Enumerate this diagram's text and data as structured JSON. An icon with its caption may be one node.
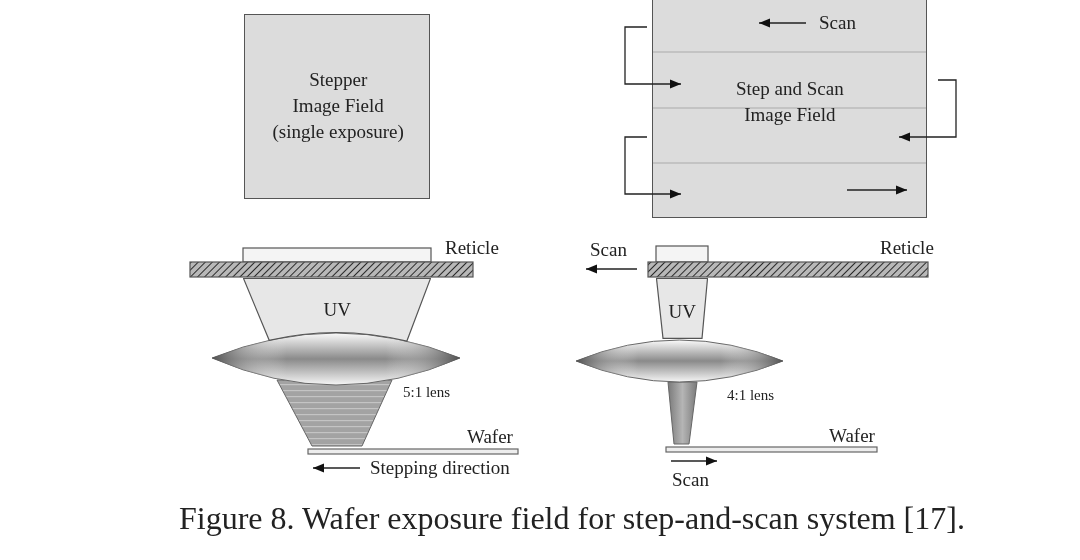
{
  "diagram": {
    "caption": "Figure 8. Wafer exposure field for step-and-scan system [17].",
    "nodes": [
      {
        "text": [
          "Stepper Image Field (single exposure)"
        ]
      },
      {
        "text": [
          "Scan",
          "Step and Scan Image Field"
        ]
      },
      {
        "text": [
          "UV"
        ]
      },
      {
        "text": [
          "UV"
        ]
      }
    ],
    "labels": [
      "Reticle",
      "5:1 lens",
      "Wafer",
      "Stepping direction",
      "Scan",
      "Reticle",
      "4:1 lens",
      "Wafer",
      "Scan"
    ]
  }
}
